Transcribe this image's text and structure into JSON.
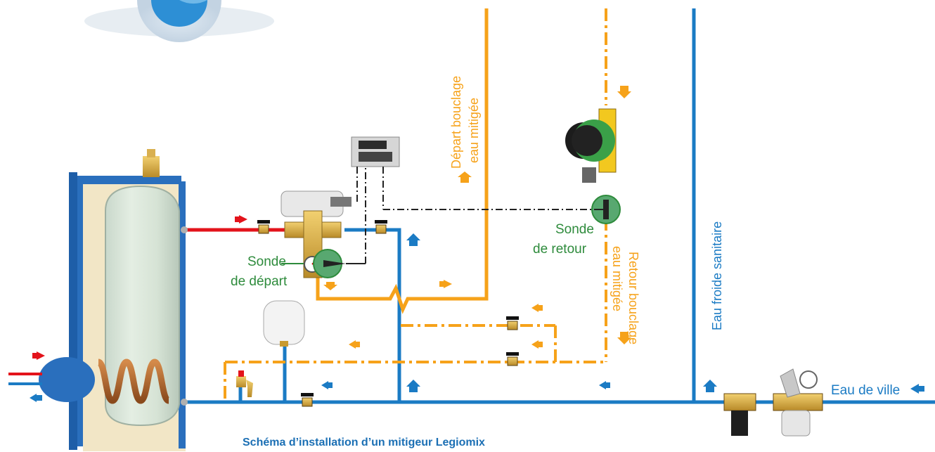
{
  "diagram": {
    "caption": "Schéma d’installation d’un mitigeur Legiomix",
    "labels": {
      "depart_bouclage_line1": "Départ bouclage",
      "depart_bouclage_line2": "eau mitigée",
      "retour_bouclage_line1": "Retour bouclage",
      "retour_bouclage_line2": "eau mitigée",
      "eau_froide": "Eau froide sanitaire",
      "eau_de_ville": "Eau de ville",
      "sonde_depart_line1": "Sonde",
      "sonde_depart_line2": "de départ",
      "sonde_retour_line1": "Sonde",
      "sonde_retour_line2": "de retour"
    },
    "colors": {
      "hot_water": "#f6a21a",
      "cold_water": "#1b7bc4",
      "primary_hot": "#e3131b",
      "sensor_text": "#2e8b3c",
      "caption": "#1b6fb4",
      "tank_jacket": "#2a6fbd",
      "insulation": "#f2e6c6"
    }
  }
}
